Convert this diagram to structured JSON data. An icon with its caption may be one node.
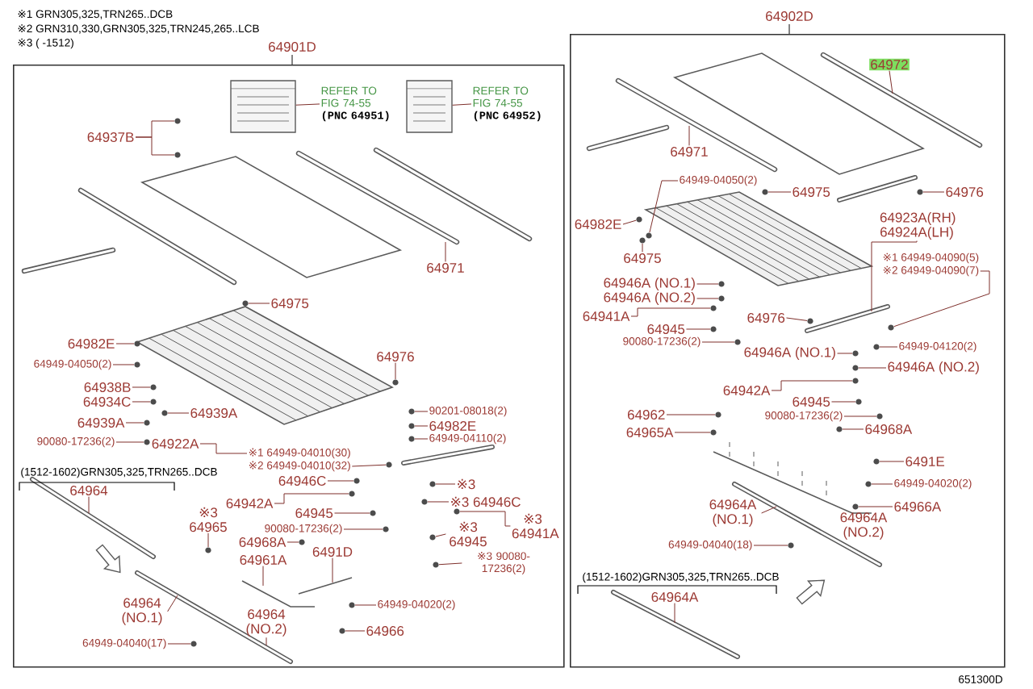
{
  "diagram": {
    "nodes": [
      {
        "text": [
          "64901D"
        ]
      },
      {
        "text": [
          "64902D"
        ]
      },
      {
        "text": [
          "REFER TO FIG 74-55",
          "(PNC 64951)"
        ],
        "in": 0
      },
      {
        "text": [
          "REFER TO FIG 74-55",
          "(PNC 64952)"
        ],
        "in": 0
      },
      {
        "text": [
          "64937B"
        ],
        "in": 0
      },
      {
        "text": [
          "64971"
        ],
        "in": 0
      },
      {
        "text": [
          "64975"
        ],
        "in": 0
      },
      {
        "text": [
          "64982E"
        ],
        "in": 0
      },
      {
        "text": [
          "64949-04050(2)"
        ],
        "in": 0
      },
      {
        "text": [
          "64938B"
        ],
        "in": 0
      },
      {
        "text": [
          "64934C"
        ],
        "in": 0
      },
      {
        "text": [
          "64939A"
        ],
        "in": 0
      },
      {
        "text": [
          "64939A"
        ],
        "in": 0
      },
      {
        "text": [
          "90080-17236(2)"
        ],
        "in": 0
      },
      {
        "text": [
          "64922A"
        ],
        "in": 0
      },
      {
        "text": [
          "※1 64949-04010(30)"
        ],
        "in": 0
      },
      {
        "text": [
          "※2 64949-04010(32)"
        ],
        "in": 0
      },
      {
        "text": [
          "64976"
        ],
        "in": 0
      },
      {
        "text": [
          "90201-08018(2)"
        ],
        "in": 0
      },
      {
        "text": [
          "64982E"
        ],
        "in": 0
      },
      {
        "text": [
          "64949-04110(2)"
        ],
        "in": 0
      },
      {
        "text": [
          "64946C"
        ],
        "in": 0
      },
      {
        "text": [
          "64942A"
        ],
        "in": 0
      },
      {
        "text": [
          "64945"
        ],
        "in": 0
      },
      {
        "text": [
          "90080-17236(2)"
        ],
        "in": 0
      },
      {
        "text": [
          "※3 64965"
        ],
        "in": 0
      },
      {
        "text": [
          "64968A"
        ],
        "in": 0
      },
      {
        "text": [
          "64961A"
        ],
        "in": 0
      },
      {
        "text": [
          "6491D"
        ],
        "in": 0
      },
      {
        "text": [
          "64949-04020(2)"
        ],
        "in": 0
      },
      {
        "text": [
          "64964"
        ],
        "in": 0
      },
      {
        "text": [
          "64964 (NO.1)"
        ],
        "in": 0
      },
      {
        "text": [
          "64964 (NO.2)"
        ],
        "in": 0
      },
      {
        "text": [
          "64949-04040(17)"
        ],
        "in": 0
      },
      {
        "text": [
          "64966"
        ],
        "in": 0
      },
      {
        "text": [
          "※3"
        ],
        "in": 0
      },
      {
        "text": [
          "※3 64946C"
        ],
        "in": 0
      },
      {
        "text": [
          "※3 64941A"
        ],
        "in": 0
      },
      {
        "text": [
          "※3 64945"
        ],
        "in": 0
      },
      {
        "text": [
          "※3 90080-17236(2)"
        ],
        "in": 0
      },
      {
        "text": [
          "64972"
        ],
        "in": 1
      },
      {
        "text": [
          "64971"
        ],
        "in": 1
      },
      {
        "text": [
          "64949-04050(2)"
        ],
        "in": 1
      },
      {
        "text": [
          "64975"
        ],
        "in": 1
      },
      {
        "text": [
          "64976"
        ],
        "in": 1
      },
      {
        "text": [
          "64982E"
        ],
        "in": 1
      },
      {
        "text": [
          "64923A(RH) 64924A(LH)"
        ],
        "in": 1
      },
      {
        "text": [
          "64975"
        ],
        "in": 1
      },
      {
        "text": [
          "64946A (NO.1)"
        ],
        "in": 1
      },
      {
        "text": [
          "64946A (NO.2)"
        ],
        "in": 1
      },
      {
        "text": [
          "64941A"
        ],
        "in": 1
      },
      {
        "text": [
          "64945"
        ],
        "in": 1
      },
      {
        "text": [
          "90080-17236(2)"
        ],
        "in": 1
      },
      {
        "text": [
          "64976"
        ],
        "in": 1
      },
      {
        "text": [
          "※1 64949-04090(5)"
        ],
        "in": 1
      },
      {
        "text": [
          "※2 64949-04090(7)"
        ],
        "in": 1
      },
      {
        "text": [
          "64949-04120(2)"
        ],
        "in": 1
      },
      {
        "text": [
          "64946A (NO.1)"
        ],
        "in": 1
      },
      {
        "text": [
          "64946A (NO.2)"
        ],
        "in": 1
      },
      {
        "text": [
          "64942A"
        ],
        "in": 1
      },
      {
        "text": [
          "64945"
        ],
        "in": 1
      },
      {
        "text": [
          "90080-17236(2)"
        ],
        "in": 1
      },
      {
        "text": [
          "64962"
        ],
        "in": 1
      },
      {
        "text": [
          "64965A"
        ],
        "in": 1
      },
      {
        "text": [
          "64968A"
        ],
        "in": 1
      },
      {
        "text": [
          "6491E"
        ],
        "in": 1
      },
      {
        "text": [
          "64949-04020(2)"
        ],
        "in": 1
      },
      {
        "text": [
          "64966A"
        ],
        "in": 1
      },
      {
        "text": [
          "64964A (NO.1)"
        ],
        "in": 1
      },
      {
        "text": [
          "64964A (NO.2)"
        ],
        "in": 1
      },
      {
        "text": [
          "64949-04040(18)"
        ],
        "in": 1
      },
      {
        "text": [
          "64964A"
        ],
        "in": 1
      },
      {
        "text": [],
        "shape": "picture",
        "in": 0
      },
      {
        "text": [],
        "shape": "picture",
        "in": 0
      },
      {
        "text": [],
        "shape": "circle",
        "in": 0
      },
      {
        "text": [],
        "shape": "circle",
        "in": 0
      },
      {
        "text": [],
        "shape": "circle",
        "in": 0
      },
      {
        "text": [],
        "shape": "circle",
        "in": 0
      },
      {
        "text": [],
        "shape": "circle",
        "in": 0
      },
      {
        "text": [],
        "shape": "circle",
        "in": 0
      },
      {
        "text": [],
        "shape": "circle",
        "in": 0
      },
      {
        "text": [],
        "shape": "circle",
        "in": 0
      },
      {
        "text": [],
        "shape": "circle",
        "in": 0
      },
      {
        "text": [],
        "shape": "circle",
        "in": 0
      },
      {
        "text": [],
        "shape": "circle",
        "in": 0
      },
      {
        "text": [],
        "shape": "circle",
        "in": 0
      },
      {
        "text": [],
        "shape": "circle",
        "in": 0
      },
      {
        "text": [],
        "shape": "circle",
        "in": 0
      },
      {
        "text": [],
        "shape": "circle",
        "in": 0
      },
      {
        "text": [],
        "shape": "circle",
        "in": 0
      },
      {
        "text": [],
        "shape": "circle",
        "in": 0
      },
      {
        "text": [],
        "shape": "circle",
        "in": 0
      },
      {
        "text": [],
        "shape": "circle",
        "in": 0
      },
      {
        "text": [],
        "shape": "circle",
        "in": 0
      },
      {
        "text": [],
        "shape": "circle",
        "in": 0
      },
      {
        "text": [],
        "shape": "circle",
        "in": 0
      },
      {
        "text": [],
        "shape": "circle",
        "in": 0
      },
      {
        "text": [],
        "shape": "circle",
        "in": 0
      },
      {
        "text": [],
        "shape": "circle",
        "in": 0
      },
      {
        "text": [],
        "shape": "circle",
        "in": 0
      },
      {
        "text": [],
        "shape": "circle",
        "in": 0
      },
      {
        "text": [],
        "shape": "circle",
        "in": 0
      },
      {
        "text": [],
        "shape": "circle",
        "in": 0
      },
      {
        "text": [],
        "shape": "circle",
        "in": 1
      },
      {
        "text": [],
        "shape": "circle",
        "in": 1
      },
      {
        "text": [],
        "shape": "circle",
        "in": 1
      },
      {
        "text": [],
        "shape": "circle",
        "in": 1
      },
      {
        "text": [],
        "shape": "circle",
        "in": 1
      },
      {
        "text": [],
        "shape": "circle",
        "in": 1
      },
      {
        "text": [],
        "shape": "circle",
        "in": 1
      },
      {
        "text": [],
        "shape": "circle",
        "in": 1
      },
      {
        "text": [],
        "shape": "circle",
        "in": 1
      },
      {
        "text": [],
        "shape": "circle",
        "in": 1
      },
      {
        "text": [],
        "shape": "circle",
        "in": 1
      },
      {
        "text": [],
        "shape": "circle",
        "in": 1
      },
      {
        "text": [],
        "shape": "circle",
        "in": 1
      },
      {
        "text": [],
        "shape": "circle",
        "in": 1
      },
      {
        "text": [],
        "shape": "circle",
        "in": 1
      },
      {
        "text": [],
        "shape": "circle",
        "in": 1
      },
      {
        "text": [],
        "shape": "circle",
        "in": 1
      },
      {
        "text": [],
        "shape": "circle",
        "in": 1
      },
      {
        "text": [],
        "shape": "circle",
        "in": 1
      },
      {
        "text": [],
        "shape": "circle",
        "in": 1
      },
      {
        "text": [],
        "shape": "circle",
        "in": 1
      },
      {
        "text": [],
        "shape": "circle",
        "in": 1
      },
      {
        "text": [],
        "shape": "circle",
        "in": 1
      },
      {
        "text": [],
        "shape": "circle",
        "in": 1
      },
      {
        "text": [],
        "shape": "circle",
        "in": 1
      }
    ],
    "edges": [
      {
        "from": 2,
        "to": 72,
        "arrow": "none"
      },
      {
        "from": 3,
        "to": 73,
        "arrow": "none"
      },
      {
        "from": 4,
        "to": 74,
        "arrow": "none"
      },
      {
        "from": 4,
        "to": 75,
        "arrow": "none"
      },
      {
        "from": 5,
        "to": null,
        "arrow": "none"
      },
      {
        "from": 6,
        "to": 76,
        "arrow": "none"
      },
      {
        "from": 7,
        "to": 77,
        "arrow": "none"
      },
      {
        "from": 8,
        "to": 78,
        "arrow": "none"
      },
      {
        "from": 9,
        "to": 79,
        "arrow": "none"
      },
      {
        "from": 10,
        "to": 80,
        "arrow": "none"
      },
      {
        "from": 11,
        "to": 81,
        "arrow": "none"
      },
      {
        "from": 12,
        "to": 82,
        "arrow": "none"
      },
      {
        "from": 13,
        "to": 83,
        "arrow": "none"
      },
      {
        "from": 14,
        "to": 15,
        "arrow": "none"
      },
      {
        "from": 16,
        "to": 84,
        "arrow": "none"
      },
      {
        "from": 17,
        "to": 85,
        "arrow": "none"
      },
      {
        "from": 18,
        "to": 86,
        "arrow": "none"
      },
      {
        "from": 19,
        "to": 87,
        "arrow": "none"
      },
      {
        "from": 20,
        "to": 88,
        "arrow": "none"
      },
      {
        "from": 21,
        "to": 89,
        "arrow": "none"
      },
      {
        "from": 22,
        "to": 90,
        "arrow": "none"
      },
      {
        "from": 23,
        "to": 91,
        "arrow": "none"
      },
      {
        "from": 24,
        "to": 92,
        "arrow": "none"
      },
      {
        "from": 25,
        "to": 93,
        "arrow": "none"
      },
      {
        "from": 26,
        "to": 94,
        "arrow": "none"
      },
      {
        "from": 27,
        "to": null,
        "arrow": "none"
      },
      {
        "from": 28,
        "to": null,
        "arrow": "none"
      },
      {
        "from": 29,
        "to": 95,
        "arrow": "none"
      },
      {
        "from": 30,
        "to": null,
        "arrow": "none"
      },
      {
        "from": 31,
        "to": null,
        "arrow": "none"
      },
      {
        "from": 32,
        "to": null,
        "arrow": "none"
      },
      {
        "from": 33,
        "to": 96,
        "arrow": "none"
      },
      {
        "from": 34,
        "to": 97,
        "arrow": "none"
      },
      {
        "from": 35,
        "to": 98,
        "arrow": "none"
      },
      {
        "from": 36,
        "to": 99,
        "arrow": "none"
      },
      {
        "from": 37,
        "to": 100,
        "arrow": "none"
      },
      {
        "from": 38,
        "to": 101,
        "arrow": "none"
      },
      {
        "from": 39,
        "to": 102,
        "arrow": "none"
      },
      {
        "from": 40,
        "to": null,
        "arrow": "none"
      },
      {
        "from": 41,
        "to": null,
        "arrow": "none"
      },
      {
        "from": 42,
        "to": 103,
        "arrow": "none"
      },
      {
        "from": 43,
        "to": 104,
        "arrow": "none"
      },
      {
        "from": 44,
        "to": 105,
        "arrow": "none"
      },
      {
        "from": 45,
        "to": 106,
        "arrow": "none"
      },
      {
        "from": 46,
        "to": null,
        "arrow": "none"
      },
      {
        "from": 47,
        "to": 107,
        "arrow": "none"
      },
      {
        "from": 48,
        "to": 108,
        "arrow": "none"
      },
      {
        "from": 49,
        "to": 109,
        "arrow": "none"
      },
      {
        "from": 50,
        "to": 110,
        "arrow": "none"
      },
      {
        "from": 51,
        "to": 111,
        "arrow": "none"
      },
      {
        "from": 52,
        "to": 112,
        "arrow": "none"
      },
      {
        "from": 53,
        "to": 113,
        "arrow": "none"
      },
      {
        "from": 55,
        "to": 114,
        "arrow": "none"
      },
      {
        "from": 56,
        "to": 115,
        "arrow": "none"
      },
      {
        "from": 57,
        "to": 116,
        "arrow": "none"
      },
      {
        "from": 58,
        "to": 117,
        "arrow": "none"
      },
      {
        "from": 59,
        "to": 118,
        "arrow": "none"
      },
      {
        "from": 60,
        "to": 119,
        "arrow": "none"
      },
      {
        "from": 61,
        "to": 120,
        "arrow": "none"
      },
      {
        "from": 62,
        "to": 121,
        "arrow": "none"
      },
      {
        "from": 63,
        "to": 122,
        "arrow": "none"
      },
      {
        "from": 64,
        "to": 123,
        "arrow": "none"
      },
      {
        "from": 65,
        "to": 124,
        "arrow": "none"
      },
      {
        "from": 66,
        "to": 125,
        "arrow": "none"
      },
      {
        "from": 67,
        "to": 126,
        "arrow": "none"
      },
      {
        "from": 68,
        "to": null,
        "arrow": "none"
      },
      {
        "from": 70,
        "to": 127,
        "arrow": "none"
      },
      {
        "from": 71,
        "to": null,
        "arrow": "none"
      }
    ],
    "labels": [
      "※1 GRN305,325,TRN265..DCB",
      "※2 GRN310,330,GRN305,325,TRN245,265..LCB",
      "※3 ( -1512)",
      "(1512-1602)GRN305,325,TRN265..DCB",
      "(1512-1602)GRN305,325,TRN265..DCB",
      "651300D"
    ]
  }
}
